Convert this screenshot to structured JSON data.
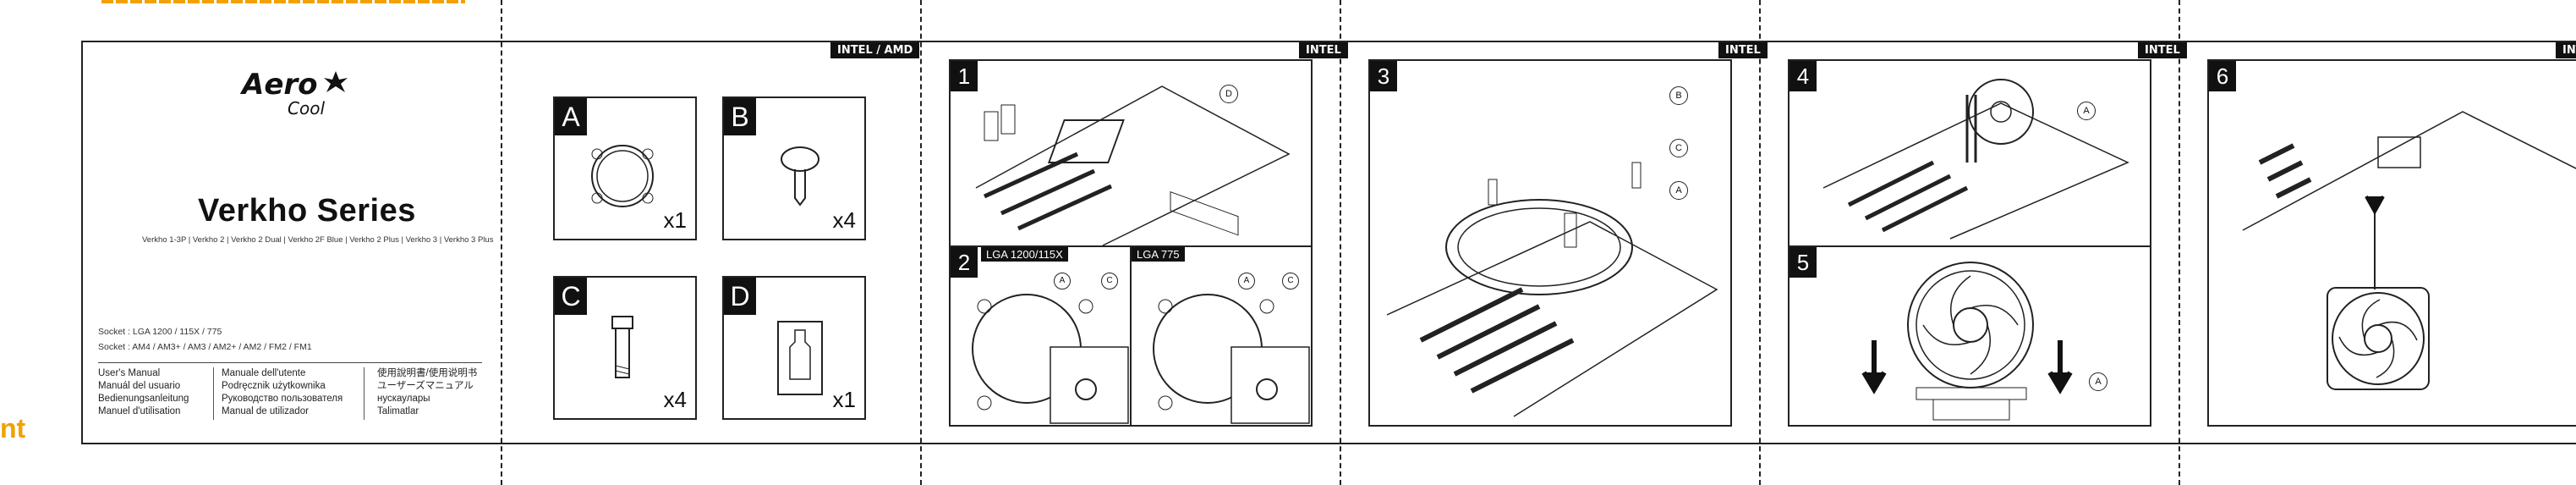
{
  "top_left_cropped": "nt",
  "brand": {
    "name": "Aero",
    "name_suffix": "Cool"
  },
  "product": {
    "title": "Verkho Series",
    "models": "Verkho 1-3P | Verkho 2 | Verkho 2 Dual | Verkho 2F Blue | Verkho 2 Plus | Verkho 3 | Verkho 3 Plus",
    "socket_intel": "Socket : LGA 1200 / 115X / 775",
    "socket_amd": "Socket : AM4 / AM3+ / AM3 / AM2+ / AM2 / FM2 / FM1"
  },
  "manuals": {
    "col1": [
      "User's Manual",
      "Manuál del usuario",
      "Bedienungsanleitung",
      "Manuel d'utilisation"
    ],
    "col2": [
      "Manuale dell'utente",
      "Podręcznik użytkownika",
      "Руководство пользователя",
      "Manual de utilizador"
    ],
    "col3": [
      "使用說明書/使用说明书",
      "ユーザーズマニュアル",
      "нускаулары",
      "Talimatlar"
    ]
  },
  "tags": {
    "intel_amd": "INTEL / AMD",
    "intel": "INTEL",
    "intel_cut": "INT"
  },
  "parts": [
    {
      "letter": "A",
      "qty": "x1"
    },
    {
      "letter": "B",
      "qty": "x4"
    },
    {
      "letter": "C",
      "qty": "x4"
    },
    {
      "letter": "D",
      "qty": "x1"
    }
  ],
  "steps": {
    "s1": "1",
    "s2": "2",
    "s3": "3",
    "s4": "4",
    "s5": "5",
    "s6": "6",
    "lga1200": "LGA 1200/115X",
    "lga775": "LGA 775"
  },
  "callouts": {
    "a": "A",
    "b": "B",
    "c": "C",
    "d": "D"
  }
}
